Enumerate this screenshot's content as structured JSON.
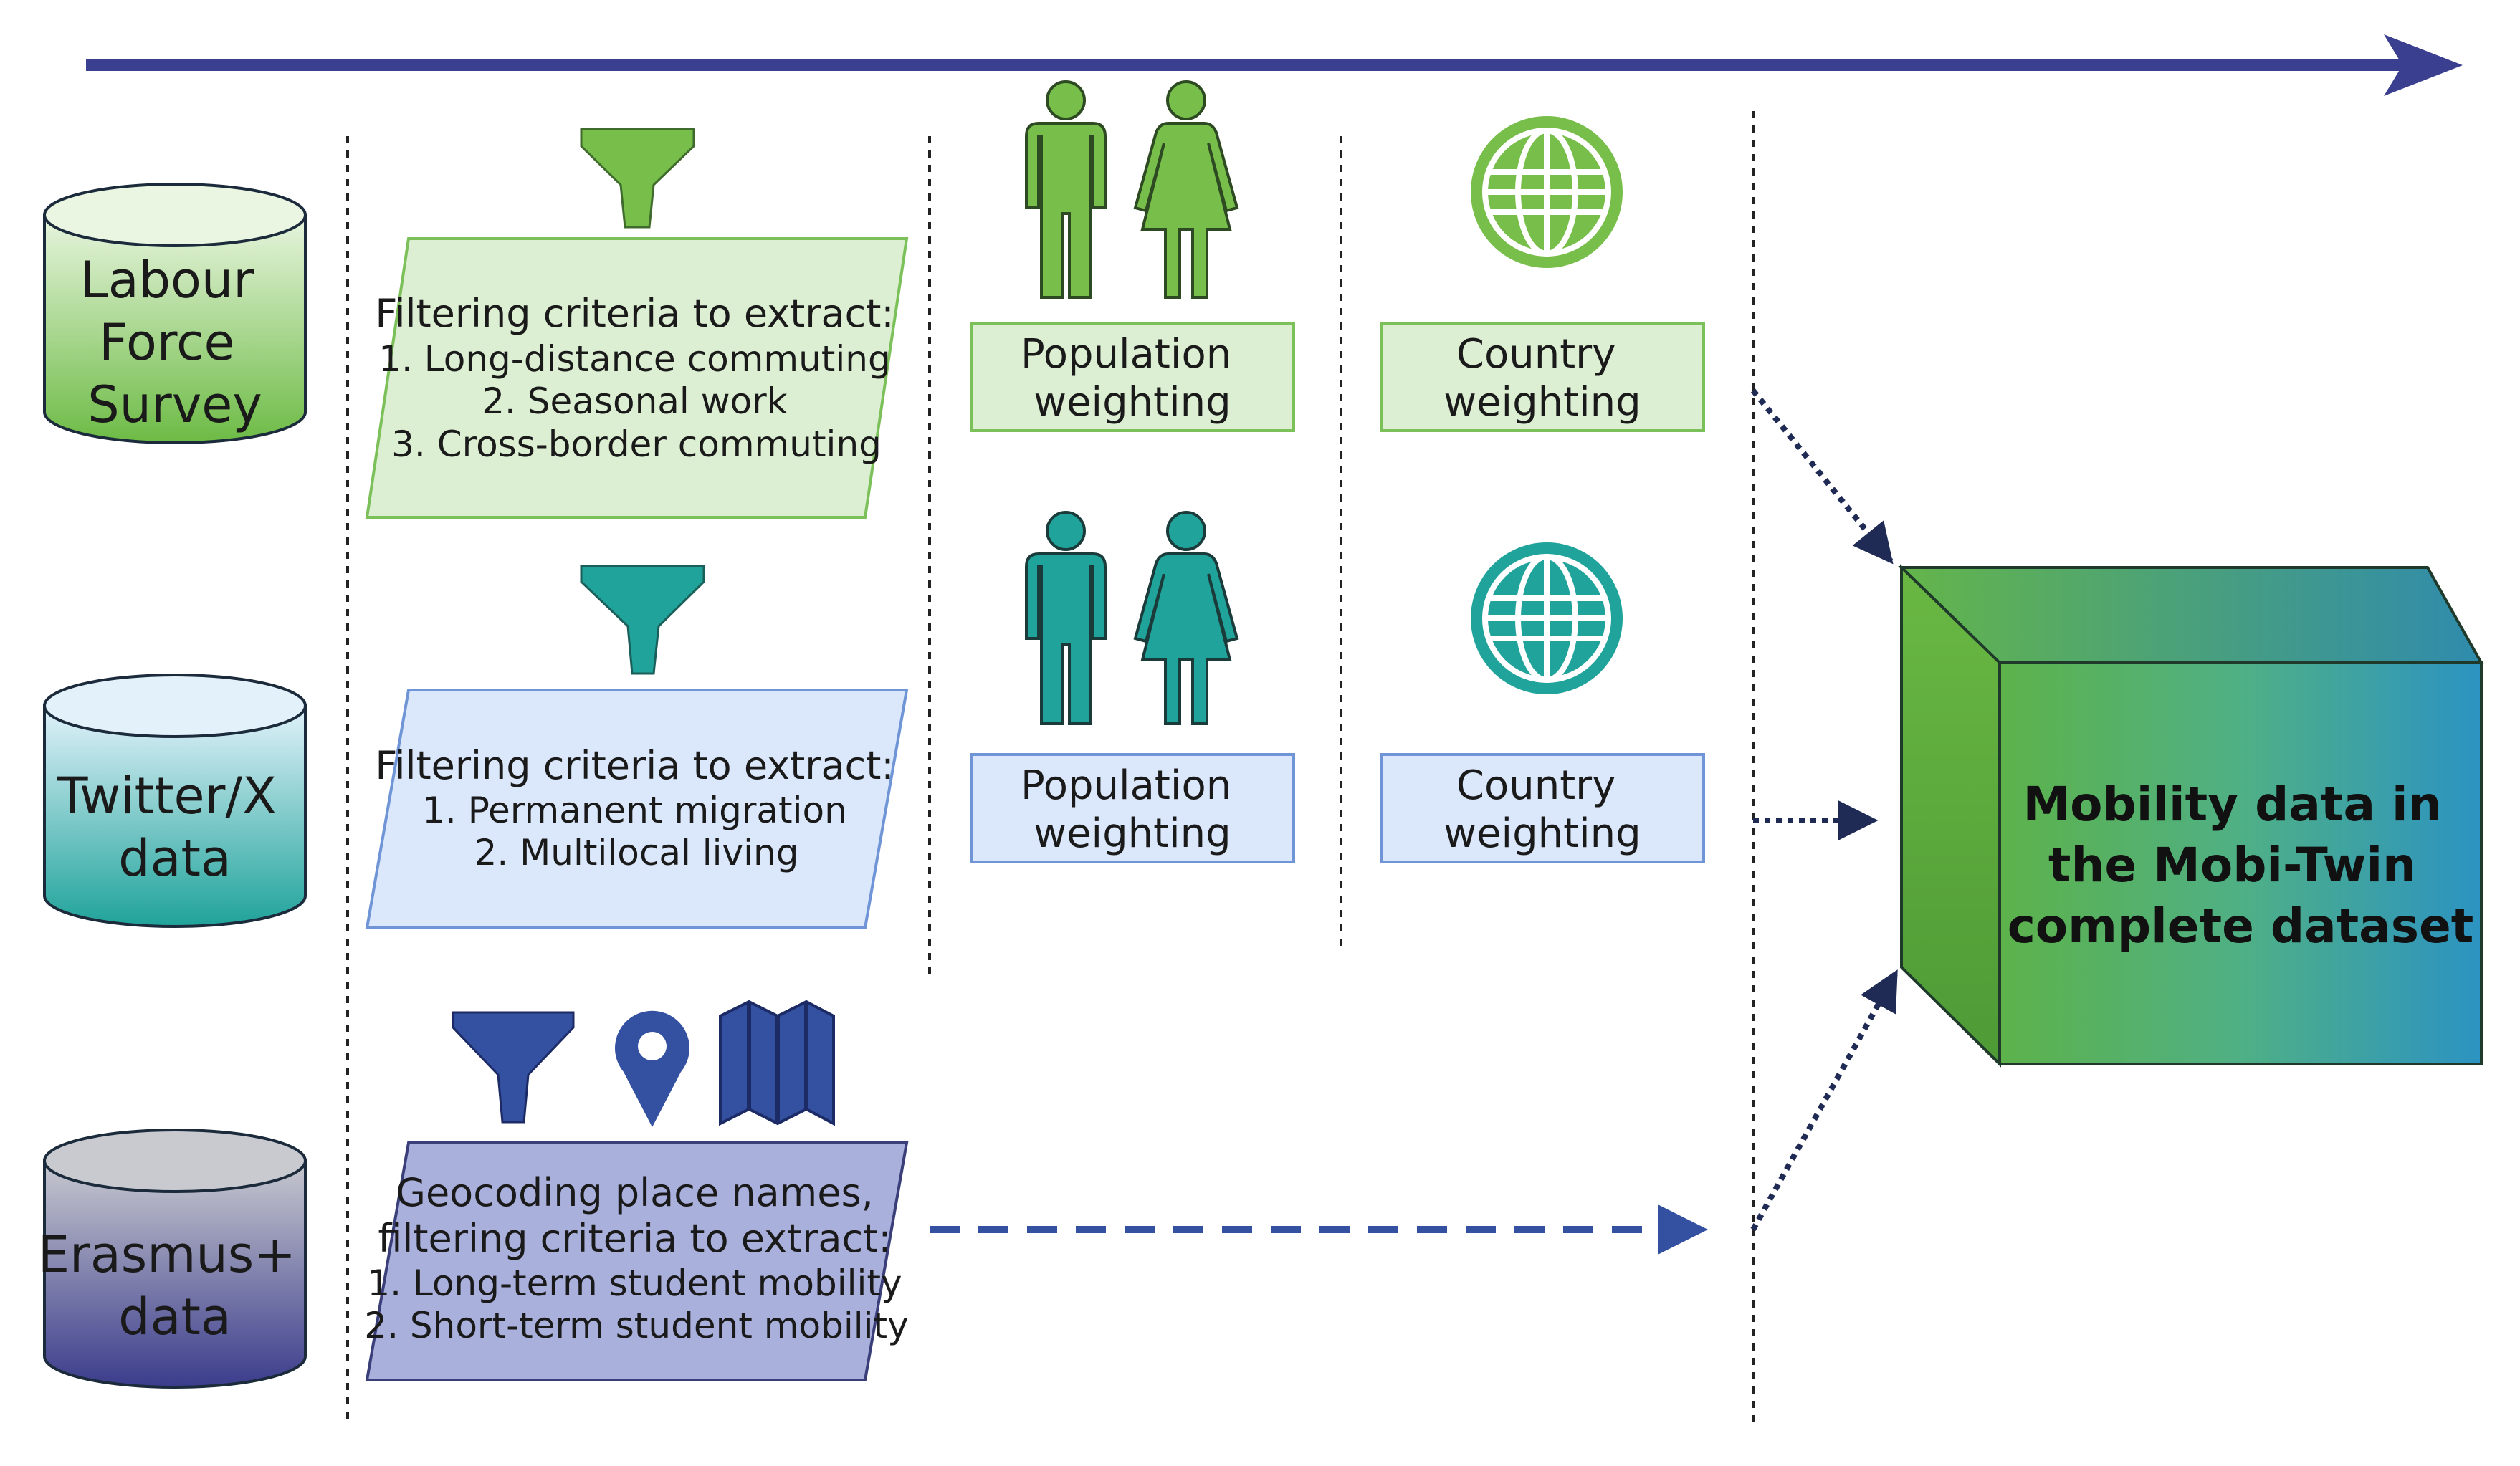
{
  "colors": {
    "timeline_arrow": "#3b3f8f",
    "green": "#78be4a",
    "teal": "#20a39b",
    "indigo": "#3450a0",
    "green_box_fill": "#dcefd3",
    "green_box_stroke": "#7cc05a",
    "blue_box_fill": "#dbe8fb",
    "blue_box_stroke": "#6f95d6",
    "purple_box_fill": "#aab0dc",
    "purple_box_stroke": "#3a3f7a",
    "connector": "#1f2a55",
    "dashed_arrow": "#3450a0"
  },
  "sources": [
    {
      "lines": [
        "Labour",
        "Force",
        "Survey"
      ]
    },
    {
      "lines": [
        "Twitter/X",
        "data"
      ]
    },
    {
      "lines": [
        "Erasmus+",
        "data"
      ]
    }
  ],
  "criteria": [
    {
      "heading": "Filtering criteria to extract:",
      "items": [
        "1. Long-distance commuting",
        "2. Seasonal work",
        "3. Cross-border commuting"
      ]
    },
    {
      "heading": "Filtering criteria to extract:",
      "items": [
        "1. Permanent migration",
        "2. Multilocal living"
      ]
    },
    {
      "heading_lines": [
        "Geocoding place names,",
        "filtering criteria to extract:"
      ],
      "items": [
        "1. Long-term student mobility",
        "2. Short-term student mobility"
      ]
    }
  ],
  "weighting": {
    "population": [
      "Population",
      "weighting"
    ],
    "country": [
      "Country",
      "weighting"
    ]
  },
  "icons": [
    "funnel-icon",
    "man-icon",
    "woman-icon",
    "globe-icon",
    "map-pin-icon",
    "folded-map-icon",
    "database-icon",
    "cube-icon"
  ],
  "final": {
    "lines": [
      "Mobility data in",
      "the Mobi-Twin",
      "complete dataset"
    ]
  }
}
